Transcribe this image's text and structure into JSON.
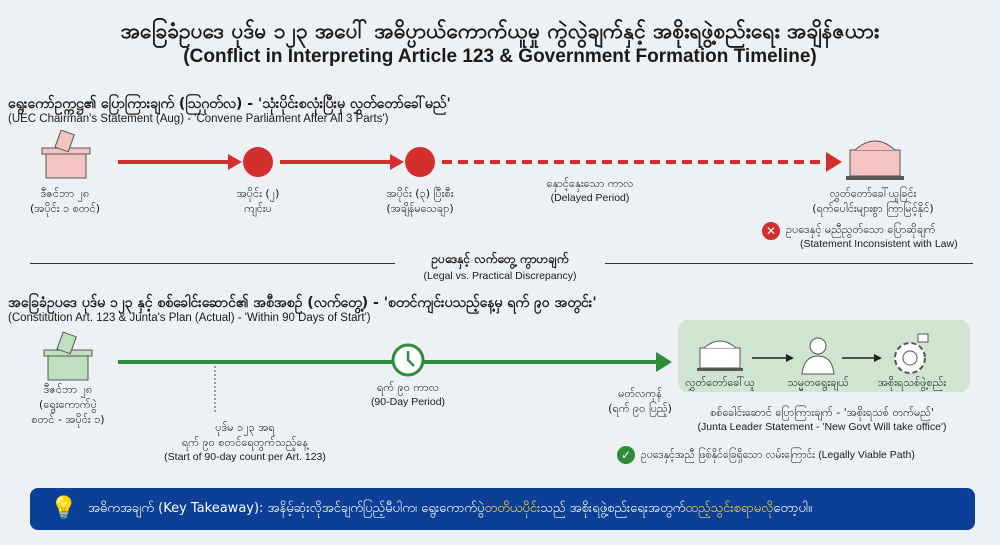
{
  "title": {
    "my": "အခြေခံဥပဒေ ပုဒ်မ ၁၂၃ အပေါ် အဓိပ္ပာယ်ကောက်ယူမှု ကွဲလွဲချက်နှင့် အစိုးရဖွဲ့စည်းရေး အချိန်ဇယား",
    "en": "(Conflict in Interpreting Article 123 & Government Formation Timeline)"
  },
  "section1": {
    "heading_my": "ရွေးကော်ဥက္ကဋ္ဌ၏ ပြောကြားချက် (ဩဂုတ်လ) - 'သုံးပိုင်းစလုံးပြီးမှ လွှတ်တော်ခေါ်မည်'",
    "heading_en": "(UEC Chairman's Statement (Aug) - 'Convene Parliament After All 3 Parts')",
    "steps": [
      {
        "my": "ဒီဇင်ဘာ ၂၈",
        "my2": "(အပိုင်း ၁ စတင်)"
      },
      {
        "my": "အပိုင်း (၂)",
        "my2": "ကျင်းပ"
      },
      {
        "my": "အပိုင်း (၃) ပြီးစီး",
        "my2": "(အချိန်မသေချာ)"
      },
      {
        "my": "လွှတ်တော်ခေါ်ယူခြင်း",
        "my2": "(ရက်ပေါင်းများစွာ ကြာမြင့်နိုင်)"
      }
    ],
    "delayed_my": "နှောင့်နှေးသော ကာလ",
    "delayed_en": "(Delayed Period)",
    "warning_my": "ဥပဒေနှင့် မညီညွတ်သော ပြောဆိုချက်",
    "warning_en": "(Statement Inconsistent with Law)"
  },
  "divider": {
    "my": "ဥပဒေနှင့် လက်တွေ့ ကွာဟချက်",
    "en": "(Legal vs. Practical Discrepancy)"
  },
  "section2": {
    "heading_my": "အခြေခံဥပဒေ ပုဒ်မ ၁၂၃ နှင့် စစ်ခေါင်းဆောင်၏ အစီအစဉ် (လက်တွေ့) - 'စတင်ကျင်းပသည့်နေ့မှ ရက် ၉၀ အတွင်း'",
    "heading_en": "(Constitution Art. 123 & Junta's Plan (Actual) - 'Within 90 Days of Start')",
    "start": {
      "l1": "ဒီဇင်ဘာ ၂၈",
      "l2": "(ရွေးကောက်ပွဲ",
      "l3": "စတင် - အပိုင်း ၁)"
    },
    "count": {
      "l1": "ပုဒ်မ ၁၂၃ အရ",
      "l2": "ရက် ၉၀ စတင်ရေတွက်သည့်နေ့",
      "en": "(Start of 90-day count per Art. 123)"
    },
    "period": {
      "my": "ရက် ၉၀ ကာလ",
      "en": "(90-Day Period)"
    },
    "deadline": {
      "l1": "မတ်လကုန်",
      "l2": "(ရက် ၉၀ ပြည့်)"
    },
    "flow": [
      "လွှတ်တော်ခေါ်ယူ",
      "သမ္မတရွေးချယ်",
      "အစိုးရသစ်ဖွဲ့စည်း"
    ],
    "junta_my": "စစ်ခေါင်းဆောင် ပြောကြားချက် - 'အစိုးရသစ် တက်မည်'",
    "junta_en": "(Junta Leader Statement - 'New Govt Will take office')",
    "viable_my": "ဥပဒေနှင့်အညီ ဖြစ်နိုင်ခြေရှိသော လမ်းကြောင်း",
    "viable_en": "(Legally Viable Path)"
  },
  "banner": {
    "a": "အဓိကအချက် (Key Takeaway): အနိမ့်ဆုံးလိုအင်ချက်ပြည့်မီပါက၊ ရွေးကောက်ပွဲ ",
    "b": "တတိယပိုင်း",
    "c": " သည် အစိုးရဖွဲ့စည်းရေးအတွက် ",
    "d": "ထည့်သွင်းစရာမလို",
    "e": " တော့ပါ။"
  },
  "colors": {
    "red": "#d32f2f",
    "green": "#2e8b3a",
    "banner": "#0c3f96"
  }
}
